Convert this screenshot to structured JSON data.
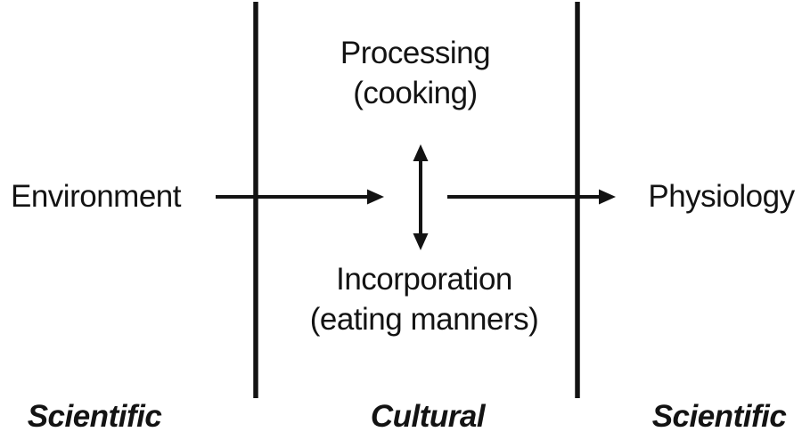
{
  "diagram": {
    "background": "#ffffff",
    "ink_color": "#131313",
    "nodes": {
      "environment": "Environment",
      "processing": {
        "line1": "Processing",
        "line2": "(cooking)"
      },
      "incorporation": {
        "line1": "Incorporation",
        "line2": "(eating manners)"
      },
      "physiology": "Physiology"
    },
    "zone_labels": {
      "left": "Scientific",
      "center": "Cultural",
      "right": "Scientific"
    },
    "connectors": [
      {
        "name": "environment-to-center",
        "type": "arrow-right"
      },
      {
        "name": "center-to-physiology",
        "type": "arrow-right"
      },
      {
        "name": "processing-to-incorporation",
        "type": "arrow-vertical-double"
      }
    ]
  }
}
